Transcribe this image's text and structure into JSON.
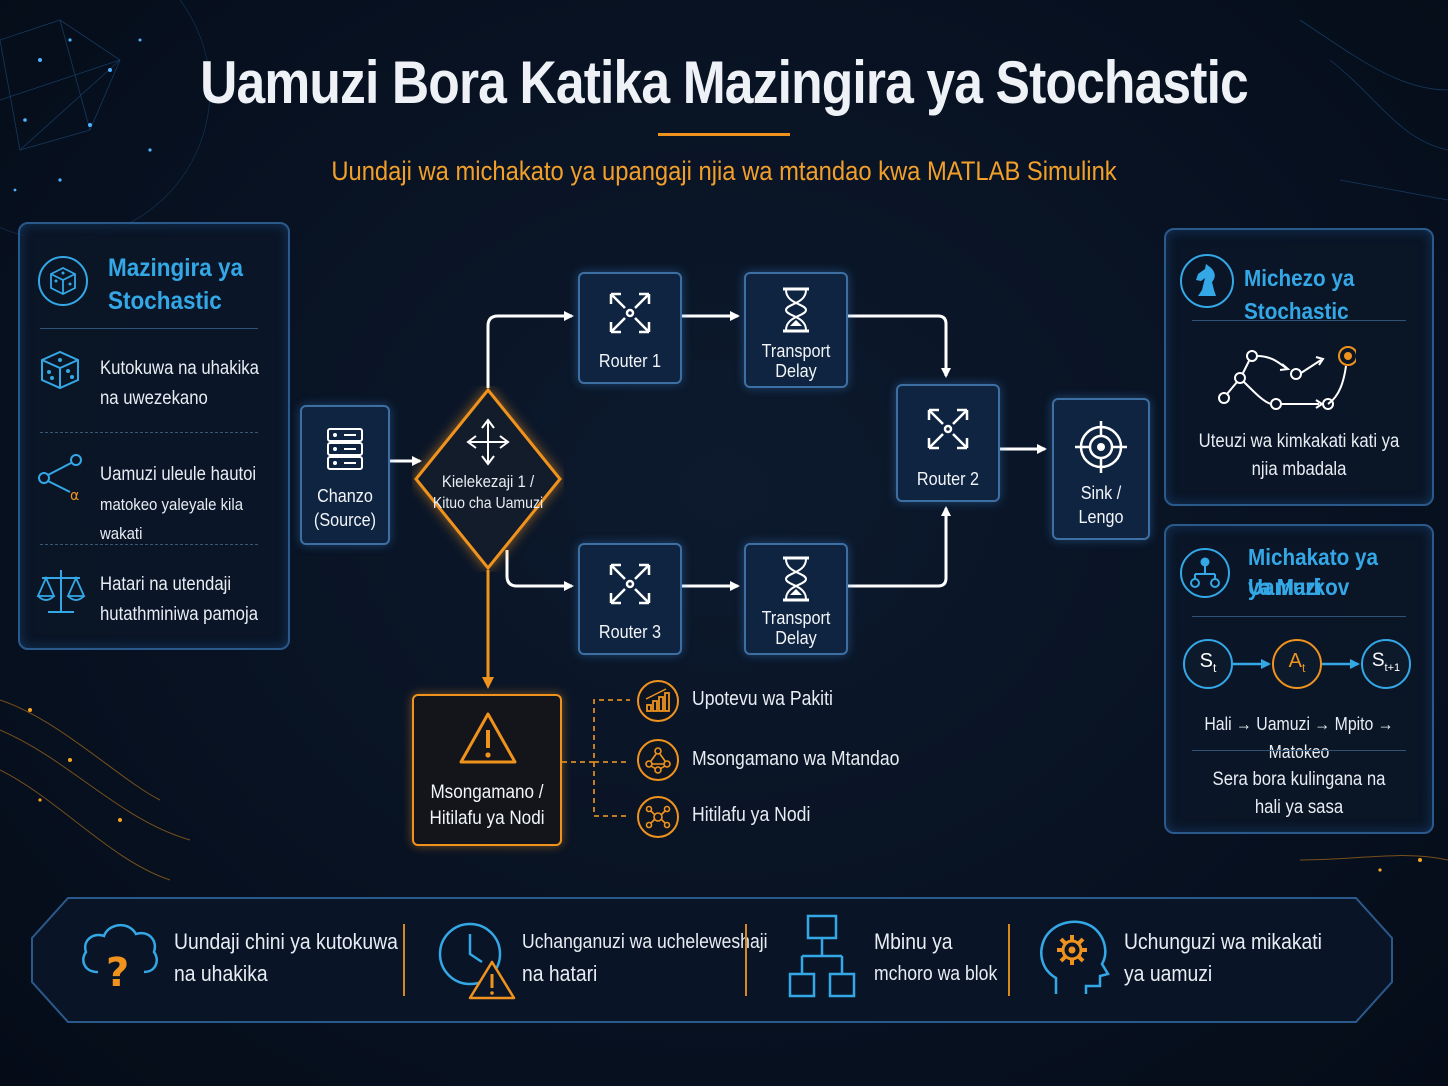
{
  "header": {
    "title": "Uamuzi Bora Katika Mazingira ya Stochastic",
    "subtitle": "Uundaji wa michakato ya upangaji njia wa mtandao kwa MATLAB Simulink"
  },
  "left_panel": {
    "title_line1": "Mazingira ya",
    "title_line2": "Stochastic",
    "items": [
      {
        "line1": "Kutokuwa na uhakika",
        "line2": "na uwezekano",
        "icon": "dice-icon"
      },
      {
        "line1": "Uamuzi uleule hautoi",
        "line2": "matokeo yaleyale kila wakati",
        "icon": "branch-icon"
      },
      {
        "line1": "Hatari na utendaji",
        "line2": "hutathminiwa pamoja",
        "icon": "scale-icon"
      }
    ]
  },
  "diagram": {
    "source": {
      "line1": "Chanzo",
      "line2": "(Source)"
    },
    "decision": {
      "line1": "Kielekezaji 1 /",
      "line2": "Kituo cha Uamuzi"
    },
    "router1": "Router 1",
    "router3": "Router 3",
    "router2": "Router 2",
    "delay_top": {
      "line1": "Transport",
      "line2": "Delay"
    },
    "delay_bottom": {
      "line1": "Transport",
      "line2": "Delay"
    },
    "sink": {
      "line1": "Sink /",
      "line2": "Lengo"
    },
    "fault": {
      "line1": "Msongamano /",
      "line2": "Hitilafu ya Nodi"
    },
    "fault_items": [
      "Upotevu wa Pakiti",
      "Msongamano wa Mtandao",
      "Hitilafu ya Nodi"
    ]
  },
  "right_top_panel": {
    "title": "Michezo ya Stochastic",
    "line1": "Uteuzi wa kimkakati kati ya",
    "line2": "njia mbadala"
  },
  "right_bottom_panel": {
    "title_line1": "Michakato ya Uamuzi",
    "title_line2": "ya Markov",
    "states": {
      "s": "S",
      "s_sub": "t",
      "a": "A",
      "a_sub": "t",
      "s1": "S",
      "s1_sub": "t+1"
    },
    "flow": "Hali → Uamuzi → Mpito → Matokeo",
    "line1": "Sera bora kulingana na",
    "line2": "hali ya sasa"
  },
  "bottom_bar": {
    "items": [
      {
        "line1": "Uundaji chini ya kutokuwa",
        "line2": "na uhakika"
      },
      {
        "line1": "Uchanganuzi wa ucheleweshaji",
        "line2": "na hatari"
      },
      {
        "line1": "Mbinu ya",
        "line2": "mchoro wa blok"
      },
      {
        "line1": "Uchunguzi wa mikakati",
        "line2": "ya uamuzi"
      }
    ]
  },
  "colors": {
    "accent_blue": "#34a8e6",
    "accent_orange": "#f0931e",
    "node_border": "#3d6fa3",
    "background": "#081222"
  }
}
